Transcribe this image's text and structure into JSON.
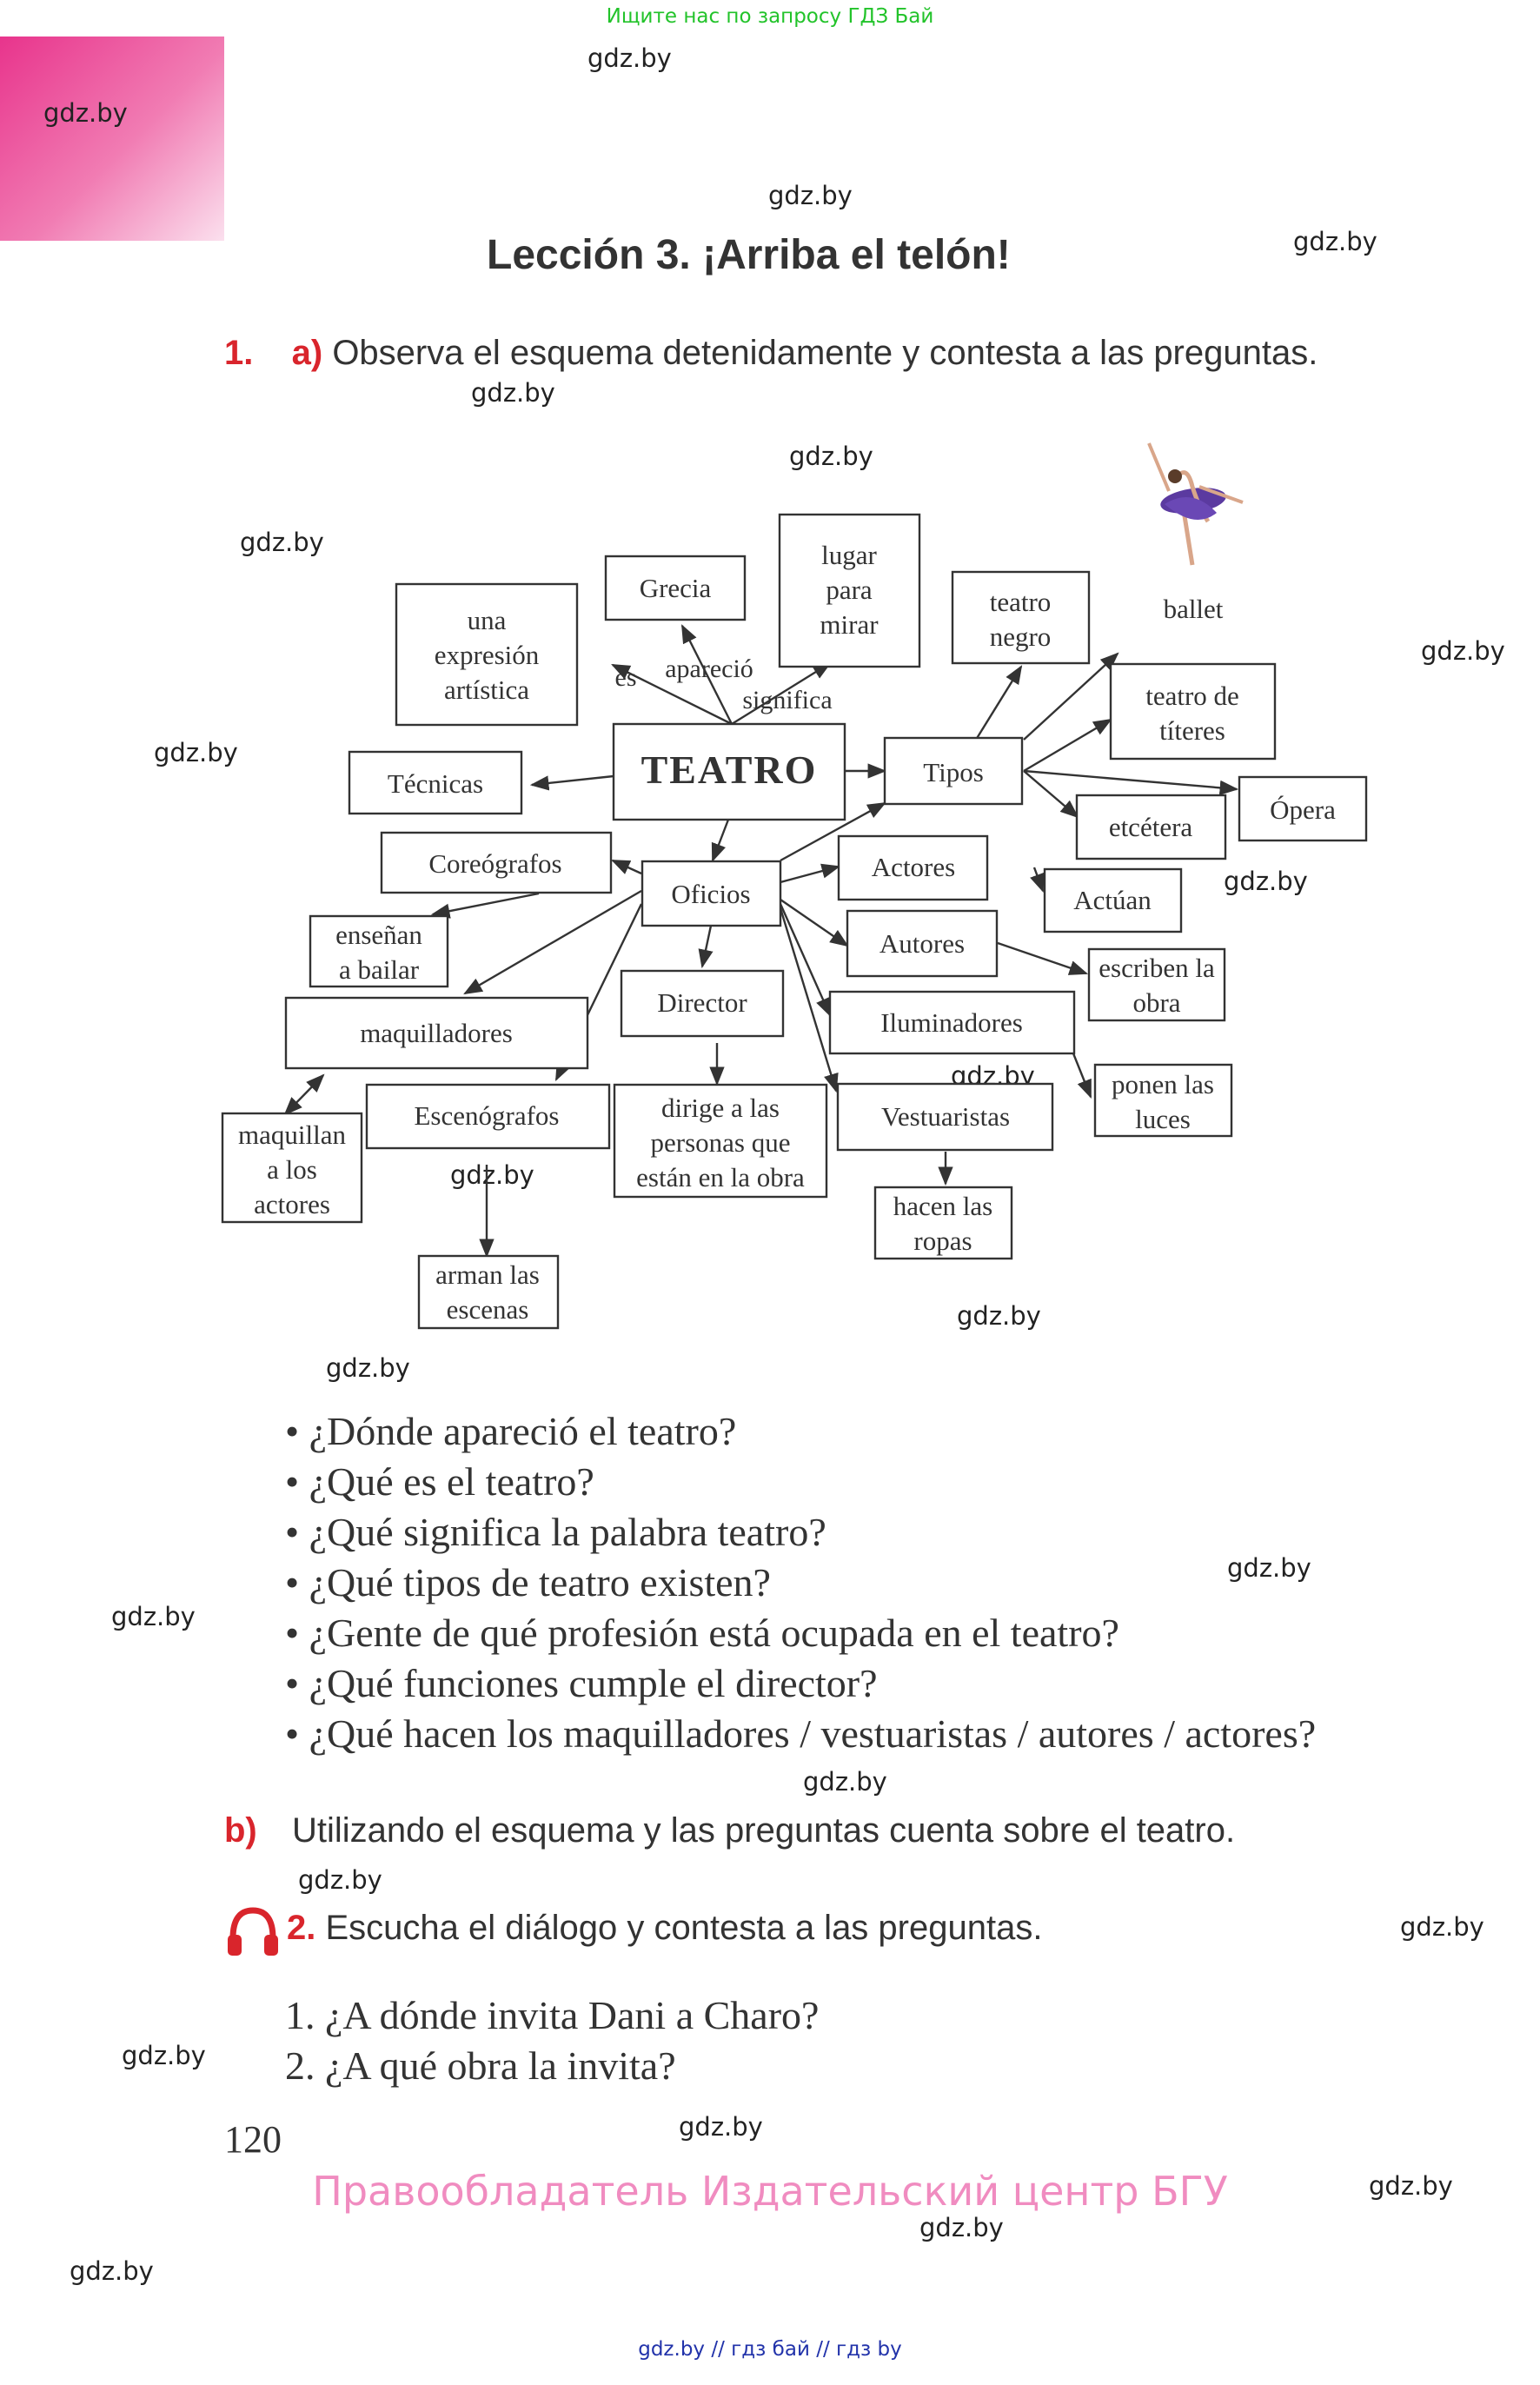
{
  "top_note": "Ищите нас по запросу ГДЗ Бай",
  "watermark": "gdz.by",
  "lesson_title": "Lección 3.  ¡Arriba el telón!",
  "exercise1": {
    "number": "1.",
    "part_a_label": "a)",
    "part_a_text": "Observa el esquema detenidamente y contesta a las preguntas.",
    "part_b_label": "b)",
    "part_b_text": "Utilizando el esquema y las preguntas cuenta sobre el teatro."
  },
  "diagram": {
    "nodes": {
      "teatro": "TEATRO",
      "expresion": [
        "una",
        "expresión",
        "artística"
      ],
      "grecia": "Grecia",
      "lugar": [
        "lugar",
        "para",
        "mirar"
      ],
      "tecnicas": "Técnicas",
      "tipos": "Tipos",
      "teatro_negro": [
        "teatro",
        "negro"
      ],
      "ballet": "ballet",
      "titeres": [
        "teatro de",
        "títeres"
      ],
      "opera": "Ópera",
      "etcetera": "etcétera",
      "coreografos": "Coreógrafos",
      "ensenan": [
        "enseñan",
        "a bailar"
      ],
      "oficios": "Oficios",
      "actores": "Actores",
      "actuan": "Actúan",
      "autores": "Autores",
      "escriben": [
        "escriben la",
        "obra"
      ],
      "director": "Director",
      "iluminadores": "Iluminadores",
      "ponen": [
        "ponen las",
        "luces"
      ],
      "maquilladores": "maquilladores",
      "maquillan": [
        "maquillan",
        "a los",
        "actores"
      ],
      "escenografos": "Escenógrafos",
      "dirige": [
        "dirige a las",
        "personas que",
        "están en la obra"
      ],
      "vestuaristas": "Vestuaristas",
      "hacen": [
        "hacen las",
        "ropas"
      ],
      "arman": [
        "arman las",
        "escenas"
      ]
    },
    "edge_labels": {
      "es": "es",
      "aparecio": "apareció",
      "significa": "significa"
    }
  },
  "questions_a": [
    "¿Dónde apareció el teatro?",
    "¿Qué es el teatro?",
    "¿Qué significa la palabra teatro?",
    "¿Qué tipos de teatro existen?",
    "¿Gente de qué profesión está ocupada en el teatro?",
    "¿Qué funciones cumple el director?",
    "¿Qué hacen los maquilladores / vestuaristas / autores / actores?"
  ],
  "exercise2": {
    "number": "2.",
    "text": "Escucha el diálogo y contesta a las preguntas.",
    "icon": "headphones-icon",
    "questions": [
      "1. ¿A dónde invita Dani a Charo?",
      "2. ¿A qué obra la invita?"
    ]
  },
  "page_number": "120",
  "footer_text": "Правообладатель Издательский центр БГУ",
  "bottom_links": "gdz.by  //  гдз бай  //  гдз by",
  "colors": {
    "accent_red": "#d9252c",
    "pink_footer": "#f08cc0",
    "green_note": "#22c32a",
    "corner_pink": "#e8348c"
  }
}
